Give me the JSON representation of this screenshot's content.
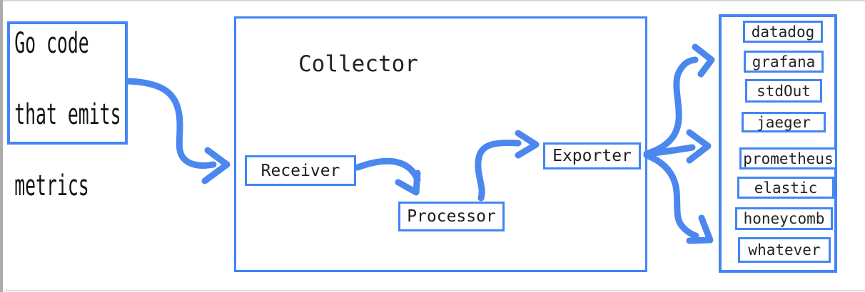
{
  "canvas": {
    "background": "#ffffff",
    "left_strip_color": "#acacac",
    "edge_line_color": "#d6d6d6"
  },
  "colors": {
    "shape_border_blue": "#4285f4",
    "arrow_blue": "#4b87ee",
    "text": "#1d1d1f"
  },
  "source_box": {
    "lines": [
      "Go code",
      "that emits",
      "metrics"
    ]
  },
  "collector": {
    "title": "Collector",
    "stages": [
      "Receiver",
      "Processor",
      "Exporter"
    ]
  },
  "destinations": [
    "datadog",
    "grafana",
    "stdOut",
    "jaeger",
    "prometheus",
    "elastic",
    "honeycomb",
    "whatever"
  ],
  "arrows": {
    "source_to_collector": "arrow from source box to collector receiver",
    "receiver_to_processor": "arrow from receiver to processor",
    "processor_to_exporter": "arrow from processor to exporter",
    "exporter_fanout": "three arrows from exporter to destination column"
  }
}
